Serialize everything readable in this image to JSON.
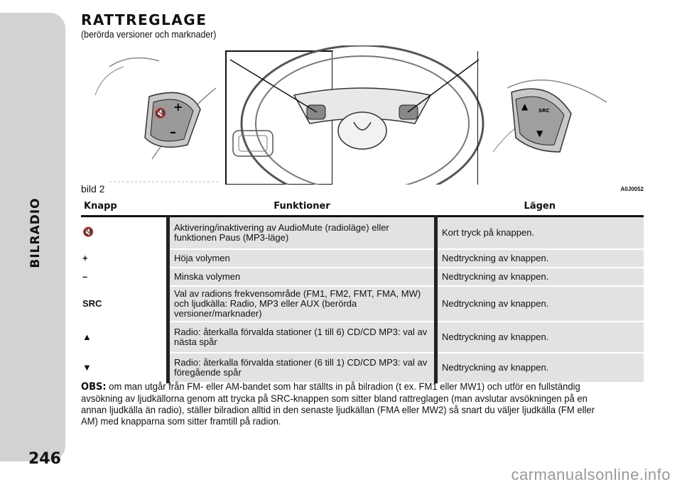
{
  "sidebar": {
    "section_label": "BILRADIO",
    "page_number": "246"
  },
  "heading": {
    "title": "RATTREGLAGE",
    "subtitle": "(berörda versioner och marknader)"
  },
  "figure": {
    "label": "bild 2",
    "code": "A0J0052",
    "src_label": "SRC"
  },
  "table": {
    "headers": [
      "Knapp",
      "Funktioner",
      "Lägen"
    ],
    "rows": [
      {
        "key": "",
        "key_icon": "mute-icon",
        "function": "Aktivering/inaktivering av AudioMute (radioläge) eller funktionen Paus (MP3-läge)",
        "mode": "Kort tryck på knappen."
      },
      {
        "key": "+",
        "key_icon": "",
        "function": "Höja volymen",
        "mode": "Nedtryckning av knappen."
      },
      {
        "key": "–",
        "key_icon": "",
        "function": "Minska volymen",
        "mode": "Nedtryckning av knappen."
      },
      {
        "key": "SRC",
        "key_icon": "",
        "function": "Val av radions frekvensområde (FM1, FM2, FMT, FMA, MW) och ljudkälla: Radio, MP3 eller AUX (berörda versioner/marknader)",
        "mode": "Nedtryckning av knappen."
      },
      {
        "key": "▲",
        "key_icon": "",
        "function": "Radio: återkalla förvalda stationer (1 till 6) CD/CD MP3: val av nästa spår",
        "mode": "Nedtryckning av knappen."
      },
      {
        "key": "▼",
        "key_icon": "",
        "function": "Radio: återkalla förvalda stationer (6 till 1) CD/CD MP3: val av föregående spår",
        "mode": "Nedtryckning av knappen."
      }
    ]
  },
  "note": {
    "label": "OBS:",
    "text": "om man utgår från FM- eller AM-bandet som har ställts in på bilradion (t ex. FM1 eller MW1) och utför en fullständig avsökning av ljudkällorna genom att trycka på SRC-knappen som sitter bland rattreglagen (man avslutar avsökningen på en annan ljudkälla än radio), ställer bilradion alltid in den senaste ljudkällan (FMA eller MW2) så snart du väljer ljudkälla (FM eller AM) med knapparna som sitter framtill på radion."
  },
  "watermark": "carmanualsonline.info"
}
